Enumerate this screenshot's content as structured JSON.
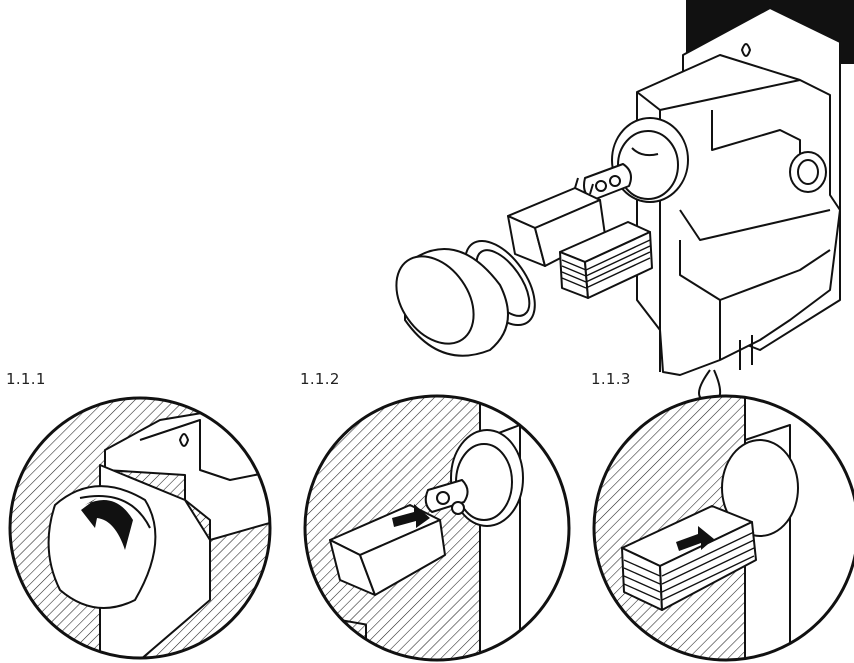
{
  "steps": [
    {
      "label": "1.1.1",
      "action": "rotate-cap"
    },
    {
      "label": "1.1.2",
      "action": "insert-capacitor"
    },
    {
      "label": "1.1.3",
      "action": "insert-coil"
    }
  ],
  "colors": {
    "ink": "#111111",
    "paper": "#ffffff",
    "dark_corner": "#111111"
  },
  "icons": [
    "curved-arrow-icon",
    "push-arrow-icon"
  ]
}
